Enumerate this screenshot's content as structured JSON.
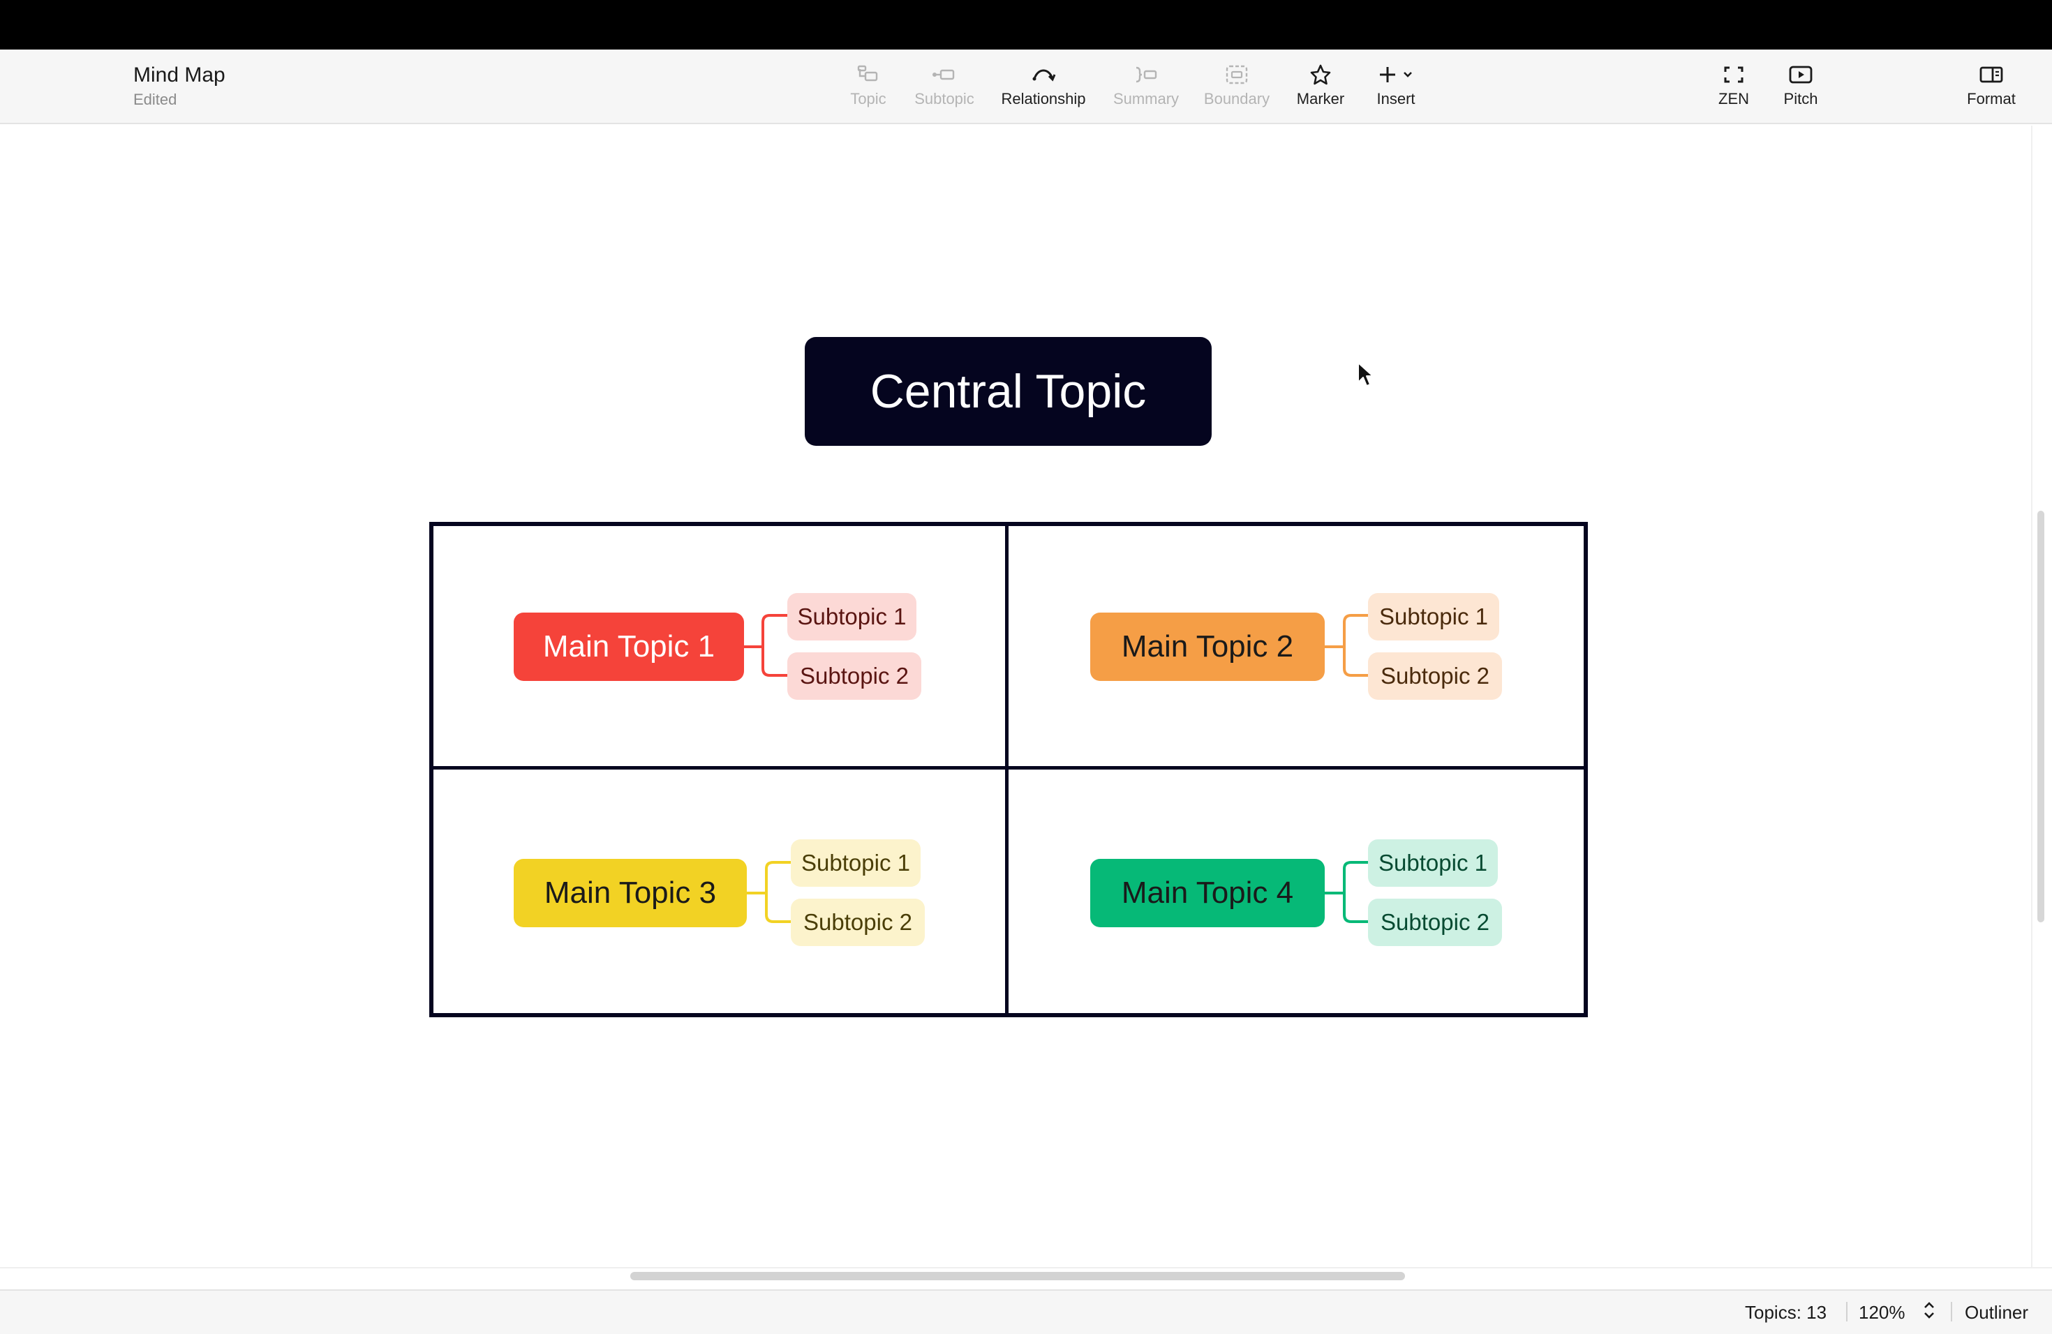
{
  "app": {
    "doc_title": "Mind Map",
    "doc_status": "Edited"
  },
  "toolbar": {
    "items": [
      {
        "label": "Topic",
        "icon": "topic-icon",
        "enabled": false
      },
      {
        "label": "Subtopic",
        "icon": "subtopic-icon",
        "enabled": false
      },
      {
        "label": "Relationship",
        "icon": "relationship-icon",
        "enabled": true
      },
      {
        "label": "Summary",
        "icon": "summary-icon",
        "enabled": false
      },
      {
        "label": "Boundary",
        "icon": "boundary-icon",
        "enabled": false
      },
      {
        "label": "Marker",
        "icon": "star-icon",
        "enabled": true
      },
      {
        "label": "Insert",
        "icon": "plus-icon",
        "enabled": true
      }
    ],
    "zen_label": "ZEN",
    "pitch_label": "Pitch",
    "format_label": "Format"
  },
  "map": {
    "central_topic": "Central Topic",
    "main_topics": [
      {
        "label": "Main Topic 1",
        "color": "#f5433a",
        "text_color": "#ffffff",
        "sub_bg": "#fcd9d6",
        "sub_text": "#5a1512",
        "subtopics": [
          "Subtopic 1",
          "Subtopic 2"
        ]
      },
      {
        "label": "Main Topic 2",
        "color": "#f59e46",
        "text_color": "#1a1a1a",
        "sub_bg": "#fde6d3",
        "sub_text": "#4a2a0c",
        "subtopics": [
          "Subtopic 1",
          "Subtopic 2"
        ]
      },
      {
        "label": "Main Topic 3",
        "color": "#f2d224",
        "text_color": "#1a1a1a",
        "sub_bg": "#fcf3cc",
        "sub_text": "#4a3e07",
        "subtopics": [
          "Subtopic 1",
          "Subtopic 2"
        ]
      },
      {
        "label": "Main Topic 4",
        "color": "#06b977",
        "text_color": "#1a1a1a",
        "sub_bg": "#cdf1e3",
        "sub_text": "#064a31",
        "subtopics": [
          "Subtopic 1",
          "Subtopic 2"
        ]
      }
    ]
  },
  "status": {
    "topics": "Topics: 13",
    "zoom": "120%",
    "outliner_label": "Outliner"
  }
}
